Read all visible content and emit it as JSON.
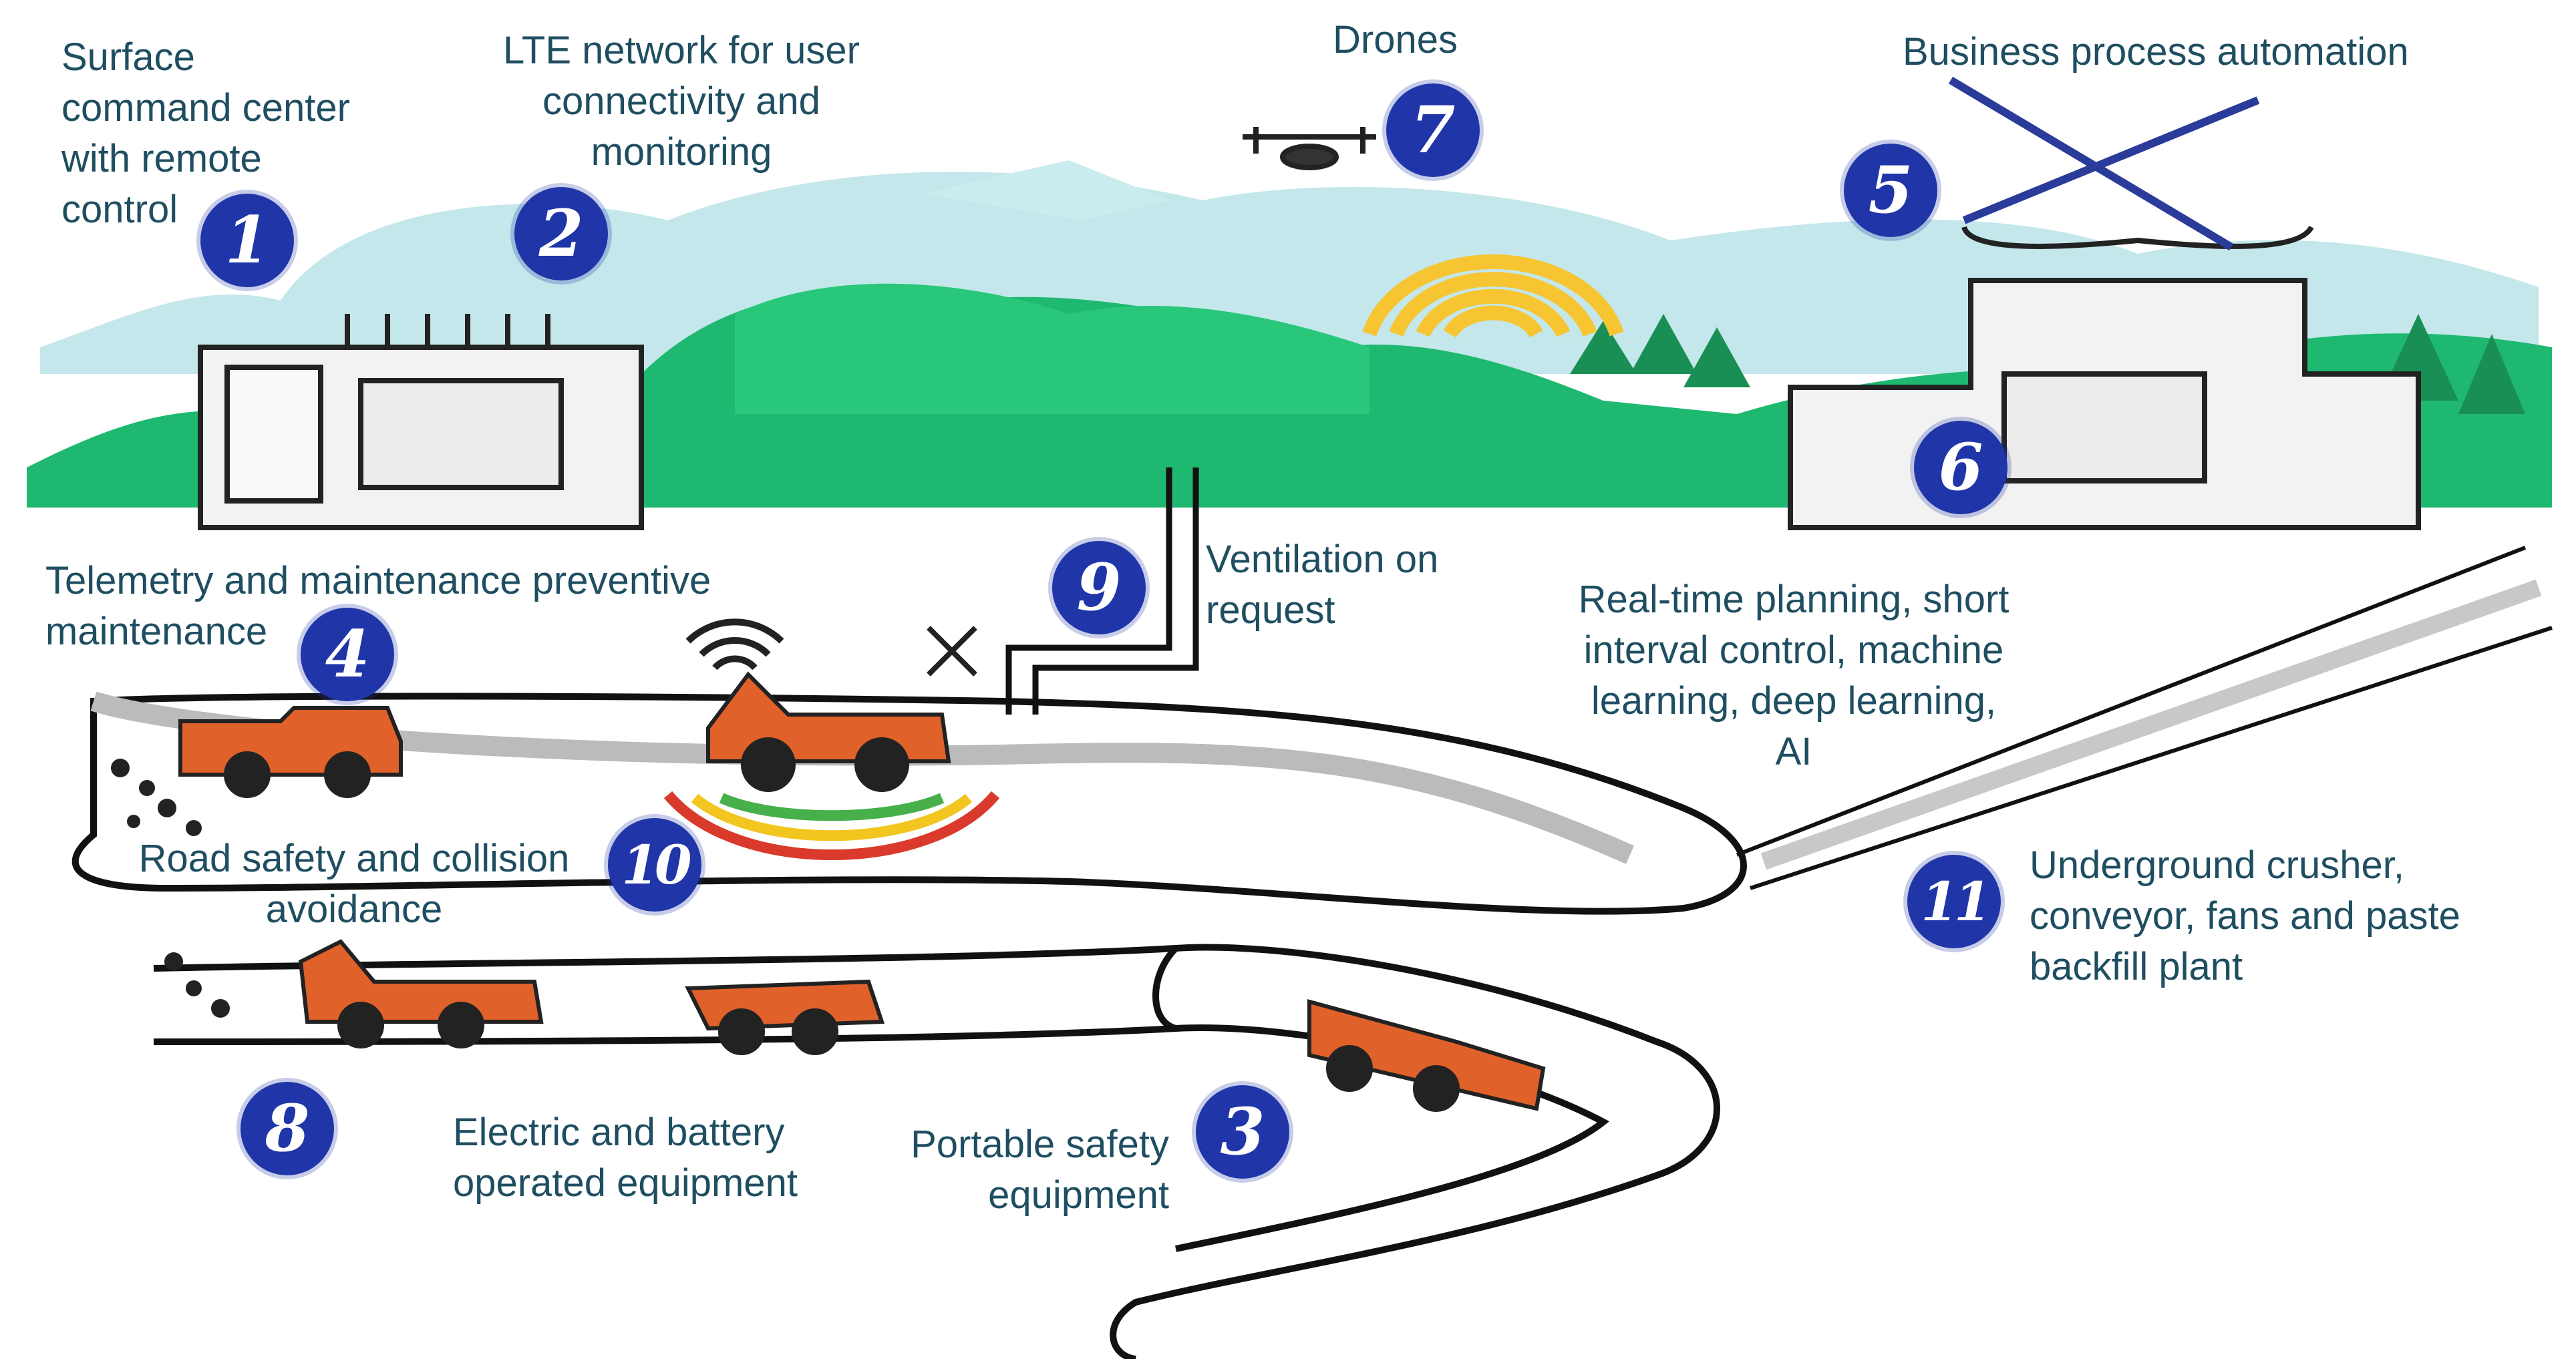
{
  "labels": {
    "surface_command": "Surface\ncommand center\nwith remote\ncontrol",
    "lte_network": "LTE network for user\nconnectivity and\nmonitoring",
    "drones": "Drones",
    "business_automation": "Business process automation",
    "telemetry": "Telemetry and maintenance preventive\nmaintenance",
    "ventilation": "Ventilation on\nrequest",
    "realtime_planning": "Real-time planning, short\ninterval control, machine\nlearning, deep learning,\nAI",
    "road_safety": "Road safety and collision\navoidance",
    "crusher": "Underground crusher,\nconveyor, fans and paste\nbackfill plant",
    "electric": "Electric and battery\noperated equipment",
    "portable_safety": "Portable safety\nequipment"
  },
  "badges": {
    "b1": "1",
    "b2": "2",
    "b3": "3",
    "b4": "4",
    "b5": "5",
    "b6": "6",
    "b7": "7",
    "b8": "8",
    "b9": "9",
    "b10": "10",
    "b11": "11"
  },
  "colors": {
    "label_text": "#1f4e61",
    "badge": "#1f35a8",
    "hill_green": "#1fb870",
    "sky_cyan": "#a9dde2",
    "vehicle_orange": "#e0612a",
    "sun_yellow": "#f7c531",
    "signal_red": "#d93a2b",
    "signal_yellow": "#f3c51f",
    "signal_green": "#47b04b",
    "tunnel_grey": "#cfcfcf"
  },
  "icons": [
    "drone-icon",
    "truck-icon",
    "loader-icon",
    "wifi-icon",
    "fan-icon",
    "sun-icon",
    "tree-icon",
    "building-icon",
    "chart-icon"
  ]
}
